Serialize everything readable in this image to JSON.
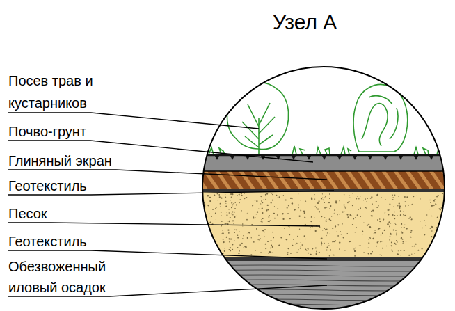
{
  "diagram": {
    "title": "Узел А",
    "labels": [
      "Посев трав и кустарников",
      "Почво-грунт",
      "Глиняный экран",
      "Геотекстиль",
      "Песок",
      "Геотекстиль",
      "Обезвоженный иловый осадок"
    ]
  }
}
